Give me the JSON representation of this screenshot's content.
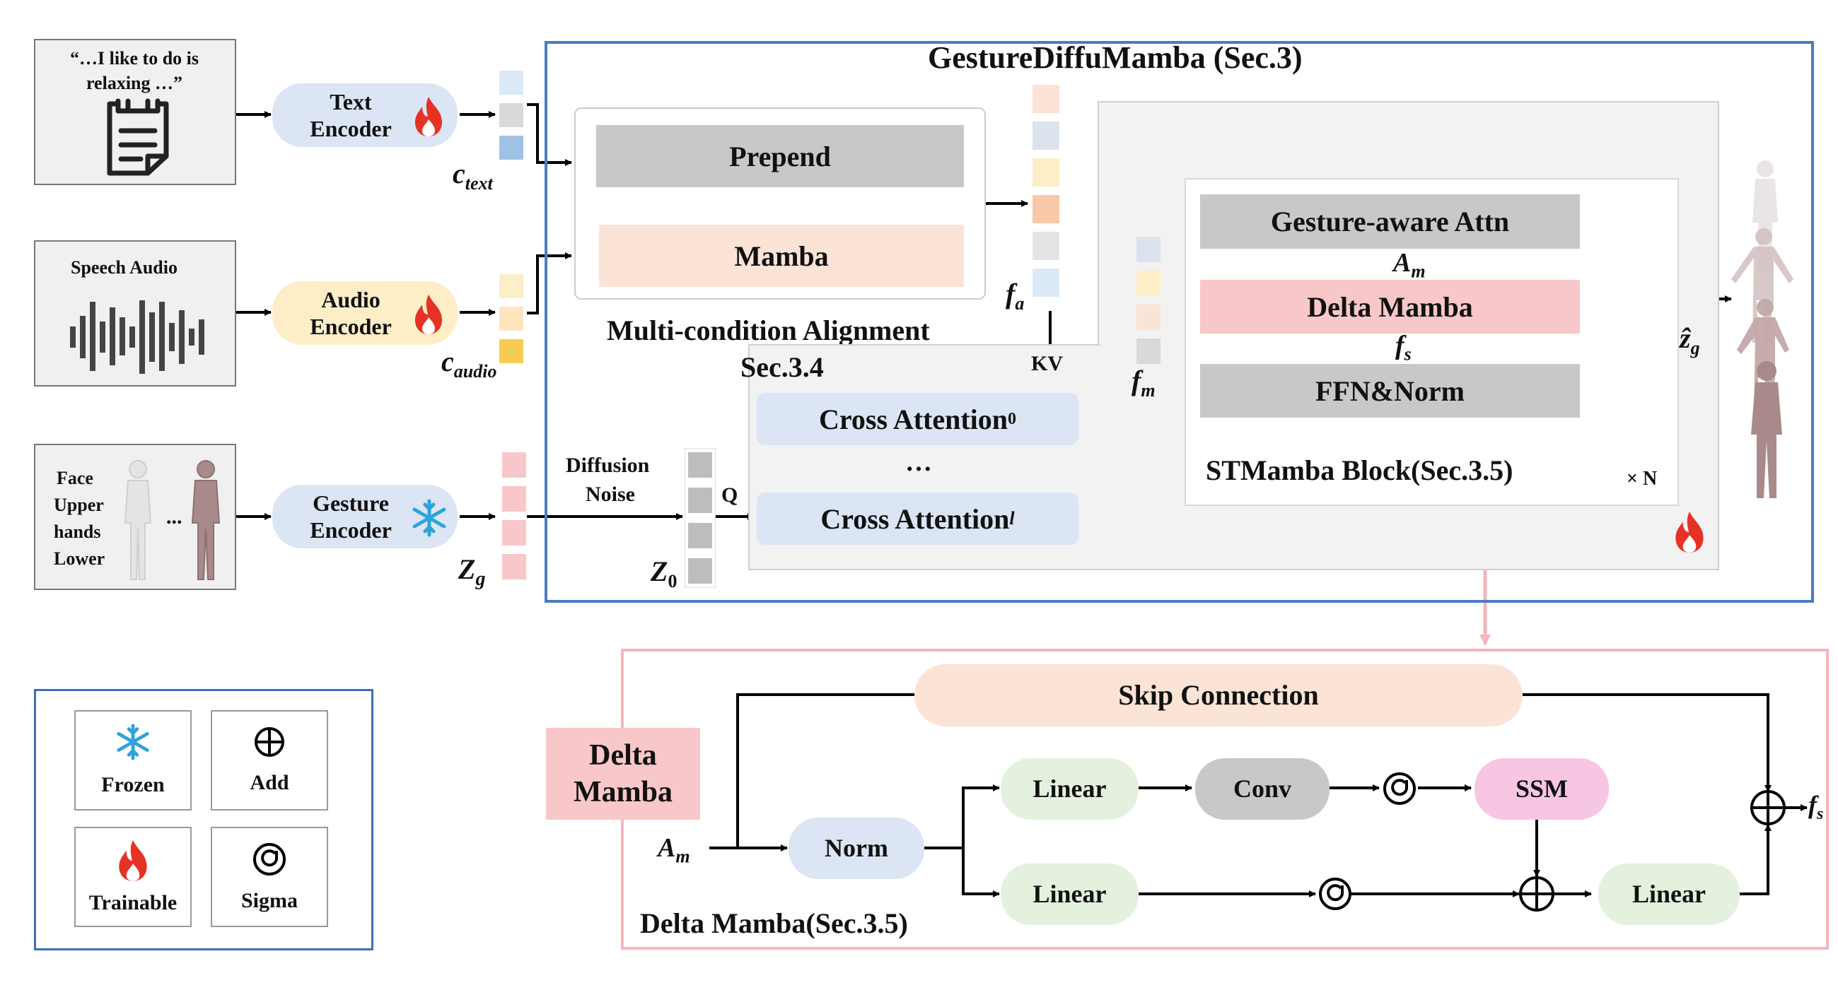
{
  "main_title": "GestureDiffuMamba (Sec.3)",
  "inputs": {
    "text_quote": "“…I like to do is relaxing …”",
    "speech_label": "Speech Audio",
    "body_parts": [
      "Face",
      "Upper",
      "hands",
      "Lower"
    ],
    "body_dots": "..."
  },
  "encoders": {
    "text": "Text Encoder",
    "audio": "Audio Encoder",
    "gesture": "Gesture Encoder"
  },
  "symbols": {
    "c_text_main": "c",
    "c_text_sub": "text",
    "c_audio_main": "c",
    "c_audio_sub": "audio",
    "z_g_main": "Z",
    "z_g_sub": "g",
    "z0_main": "Z",
    "z0_sub": "0",
    "f_a_main": "f",
    "f_a_sub": "a",
    "f_m_main": "f",
    "f_m_sub": "m",
    "A_m_main": "A",
    "A_m_sub": "m",
    "f_s_main": "f",
    "f_s_sub": "s",
    "zhat_main": "ẑ",
    "zhat_sub": "g",
    "A_m2_main": "A",
    "A_m2_sub": "m",
    "f_s2_main": "f",
    "f_s2_sub": "s"
  },
  "alignment": {
    "prepend": "Prepend",
    "mamba": "Mamba",
    "title_line1": "Multi-condition Alignment",
    "title_line2": "Sec.3.4"
  },
  "diffusion": {
    "noise_line1": "Diffusion",
    "noise_line2": "Noise",
    "q": "Q",
    "kv": "KV",
    "cross_attn": "Cross Attention",
    "cross_sub0": "0",
    "cross_subl": "l",
    "ellipsis": "…"
  },
  "stmamba": {
    "gesture_attn": "Gesture-aware Attn",
    "delta_mamba": "Delta Mamba",
    "ffn": "FFN&Norm",
    "title": "STMamba Block(Sec.3.5)",
    "repeat": "× N"
  },
  "delta_detail": {
    "tag": "Delta Mamba",
    "skip": "Skip Connection",
    "norm": "Norm",
    "linear_top": "Linear",
    "conv": "Conv",
    "ssm": "SSM",
    "linear_bottom": "Linear",
    "linear_out": "Linear",
    "title": "Delta Mamba(Sec.3.5)"
  },
  "legend": {
    "frozen": "Frozen",
    "add": "Add",
    "trainable": "Trainable",
    "sigma": "Sigma"
  },
  "colors": {
    "main_border": "#4a7cc0",
    "detail_border": "#f4b6bb",
    "gray_block": "#c8c8c8",
    "peach_block": "#fbe3d6",
    "pink_block": "#f8c7c9",
    "blue_pill": "#dbe5f3",
    "yellow_pill": "#fdeec8",
    "green_pill": "#e4f1de",
    "ssm_pink": "#f7c6e3",
    "legend_border": "#3b6fb8",
    "fire": "#e63226",
    "snow": "#2ea3dc"
  },
  "icons": [
    "clipboard-icon",
    "waveform-icon",
    "human-figure-icon",
    "fire-icon",
    "snowflake-icon",
    "add-icon",
    "sigma-icon"
  ]
}
